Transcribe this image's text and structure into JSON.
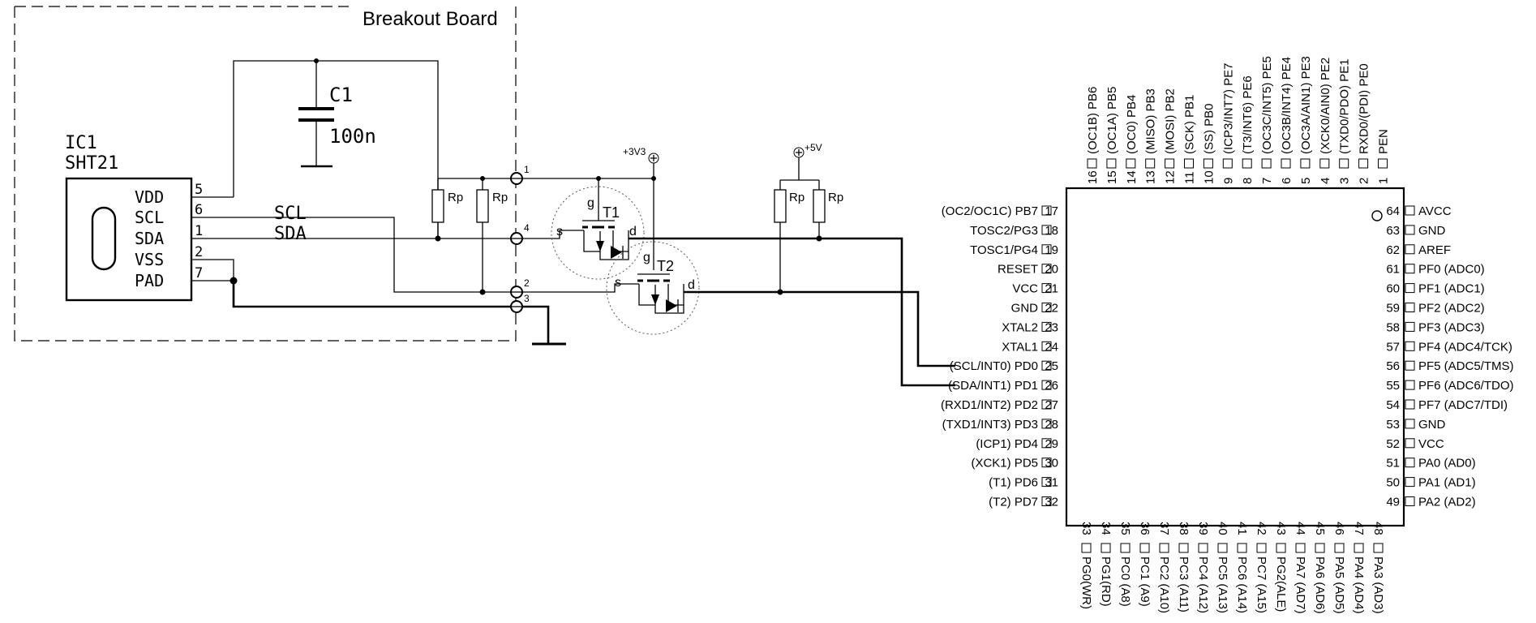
{
  "board": {
    "title": "Breakout Board"
  },
  "sensor": {
    "ref": "IC1",
    "part": "SHT21",
    "pins": [
      {
        "num": "5",
        "name": "VDD"
      },
      {
        "num": "6",
        "name": "SCL"
      },
      {
        "num": "1",
        "name": "SDA"
      },
      {
        "num": "2",
        "name": "VSS"
      },
      {
        "num": "7",
        "name": "PAD"
      }
    ]
  },
  "capacitor": {
    "ref": "C1",
    "value": "100n"
  },
  "nets": {
    "scl": "SCL",
    "sda": "SDA"
  },
  "resistor_label": "Rp",
  "supplies": {
    "v33": "+3V3",
    "v5": "+5V"
  },
  "connector_pins": [
    "1",
    "4",
    "2",
    "3"
  ],
  "mosfets": {
    "t1": {
      "ref": "T1",
      "gate": "g",
      "source": "s",
      "drain": "d"
    },
    "t2": {
      "ref": "T2",
      "gate": "g",
      "source": "s",
      "drain": "d"
    }
  },
  "mcu": {
    "left_pins": [
      {
        "num": "17",
        "label": "(OC2/OC1C) PB7"
      },
      {
        "num": "18",
        "label": "TOSC2/PG3"
      },
      {
        "num": "19",
        "label": "TOSC1/PG4"
      },
      {
        "num": "20",
        "label": "RESET"
      },
      {
        "num": "21",
        "label": "VCC"
      },
      {
        "num": "22",
        "label": "GND"
      },
      {
        "num": "23",
        "label": "XTAL2"
      },
      {
        "num": "24",
        "label": "XTAL1"
      },
      {
        "num": "25",
        "label": "(SCL/INT0) PD0"
      },
      {
        "num": "26",
        "label": "(SDA/INT1) PD1"
      },
      {
        "num": "27",
        "label": "(RXD1/INT2) PD2"
      },
      {
        "num": "28",
        "label": "(TXD1/INT3) PD3"
      },
      {
        "num": "29",
        "label": "(ICP1) PD4"
      },
      {
        "num": "30",
        "label": "(XCK1) PD5"
      },
      {
        "num": "31",
        "label": "(T1) PD6"
      },
      {
        "num": "32",
        "label": "(T2) PD7"
      }
    ],
    "right_pins": [
      {
        "num": "64",
        "label": "AVCC"
      },
      {
        "num": "63",
        "label": "GND"
      },
      {
        "num": "62",
        "label": "AREF"
      },
      {
        "num": "61",
        "label": "PF0 (ADC0)"
      },
      {
        "num": "60",
        "label": "PF1 (ADC1)"
      },
      {
        "num": "59",
        "label": "PF2 (ADC2)"
      },
      {
        "num": "58",
        "label": "PF3 (ADC3)"
      },
      {
        "num": "57",
        "label": "PF4 (ADC4/TCK)"
      },
      {
        "num": "56",
        "label": "PF5 (ADC5/TMS)"
      },
      {
        "num": "55",
        "label": "PF6 (ADC6/TDO)"
      },
      {
        "num": "54",
        "label": "PF7 (ADC7/TDI)"
      },
      {
        "num": "53",
        "label": "GND"
      },
      {
        "num": "52",
        "label": "VCC"
      },
      {
        "num": "51",
        "label": "PA0 (AD0)"
      },
      {
        "num": "50",
        "label": "PA1 (AD1)"
      },
      {
        "num": "49",
        "label": "PA2 (AD2)"
      }
    ],
    "top_pins": [
      {
        "num": "16",
        "label": "(OC1B) PB6"
      },
      {
        "num": "15",
        "label": "(OC1A) PB5"
      },
      {
        "num": "14",
        "label": "(OC0) PB4"
      },
      {
        "num": "13",
        "label": "(MISO) PB3"
      },
      {
        "num": "12",
        "label": "(MOSI) PB2"
      },
      {
        "num": "11",
        "label": "(SCK) PB1"
      },
      {
        "num": "10",
        "label": "(SS) PB0"
      },
      {
        "num": "9",
        "label": "(ICP3/INT7) PE7"
      },
      {
        "num": "8",
        "label": "(T3/INT6) PE6"
      },
      {
        "num": "7",
        "label": "(OC3C/INT5) PE5"
      },
      {
        "num": "6",
        "label": "(OC3B/INT4) PE4"
      },
      {
        "num": "5",
        "label": "(OC3A/AIN1) PE3"
      },
      {
        "num": "4",
        "label": "(XCK0/AIN0) PE2"
      },
      {
        "num": "3",
        "label": "(TXD0/PDO) PE1"
      },
      {
        "num": "2",
        "label": "RXD0/(PDI) PE0"
      },
      {
        "num": "1",
        "label": "PEN"
      }
    ],
    "bottom_pins": [
      {
        "num": "33",
        "label": "PG0(WR)"
      },
      {
        "num": "34",
        "label": "PG1(RD)"
      },
      {
        "num": "35",
        "label": "PC0 (A8)"
      },
      {
        "num": "36",
        "label": "PC1 (A9)"
      },
      {
        "num": "37",
        "label": "PC2 (A10)"
      },
      {
        "num": "38",
        "label": "PC3 (A11)"
      },
      {
        "num": "39",
        "label": "PC4 (A12)"
      },
      {
        "num": "40",
        "label": "PC5 (A13)"
      },
      {
        "num": "41",
        "label": "PC6 (A14)"
      },
      {
        "num": "42",
        "label": "PC7 (A15)"
      },
      {
        "num": "43",
        "label": "PG2(ALE)"
      },
      {
        "num": "44",
        "label": "PA7 (AD7)"
      },
      {
        "num": "45",
        "label": "PA6 (AD6)"
      },
      {
        "num": "46",
        "label": "PA5 (AD5)"
      },
      {
        "num": "47",
        "label": "PA4 (AD4)"
      },
      {
        "num": "48",
        "label": "PA3 (AD3)"
      }
    ]
  }
}
